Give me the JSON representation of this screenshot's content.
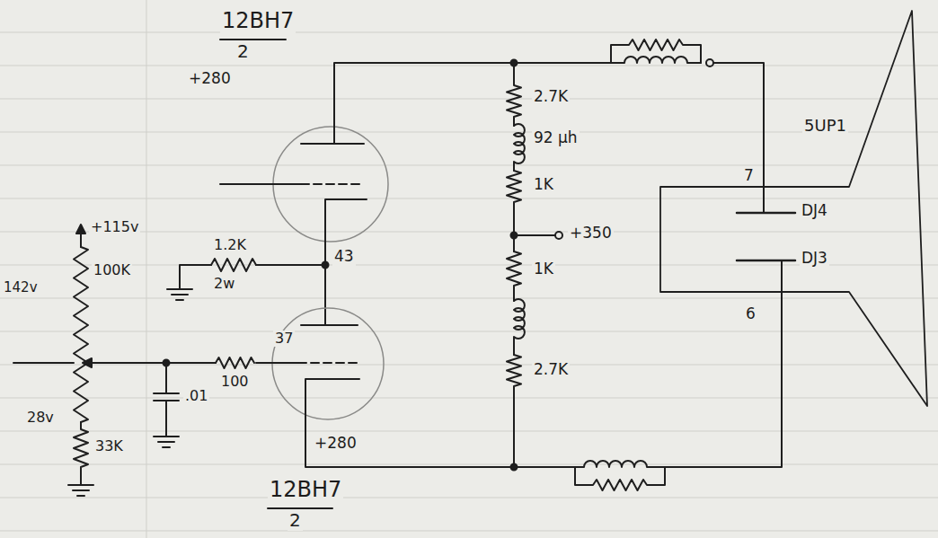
{
  "diagram": {
    "labels": [
      "12BH7",
      "2",
      "+280",
      "2.7K",
      "92 μh",
      "1K",
      "+350",
      "1.2K",
      "2w",
      "43",
      "+115v",
      "100K",
      "142v",
      "1K",
      "37",
      "28v",
      "100",
      ".01",
      "33K",
      "+280",
      "2.7K",
      "12BH7",
      "2",
      "5UP1",
      "7",
      "DJ4",
      "DJ3",
      "6"
    ]
  }
}
